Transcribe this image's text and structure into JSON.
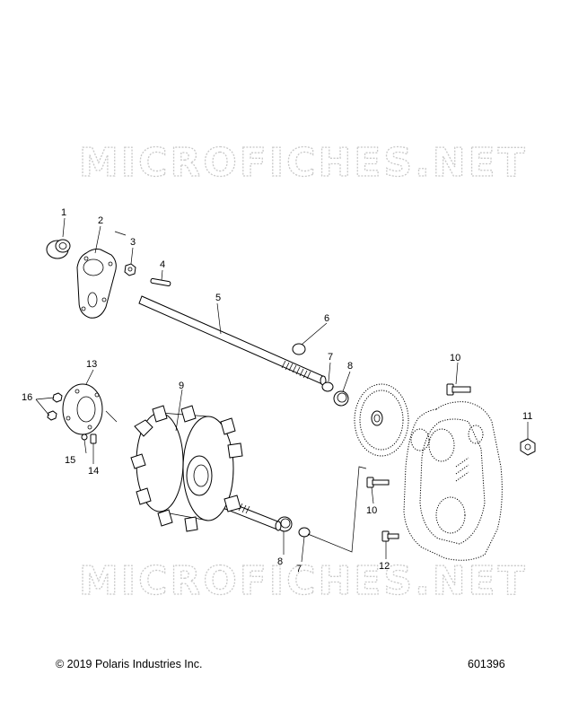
{
  "watermark": {
    "top": "MICROFICHES.NET",
    "bottom": "MICROFICHES.NET"
  },
  "callouts": {
    "c1": "1",
    "c2": "2",
    "c3": "3",
    "c4": "4",
    "c5": "5",
    "c6": "6",
    "c7a": "7",
    "c7b": "7",
    "c8a": "8",
    "c8b": "8",
    "c9": "9",
    "c10a": "10",
    "c10b": "10",
    "c11": "11",
    "c12": "12",
    "c13": "13",
    "c14": "14",
    "c15": "15",
    "c16": "16"
  },
  "footer": {
    "copyright": "© 2019 Polaris Industries Inc.",
    "figure_id": "601396"
  }
}
